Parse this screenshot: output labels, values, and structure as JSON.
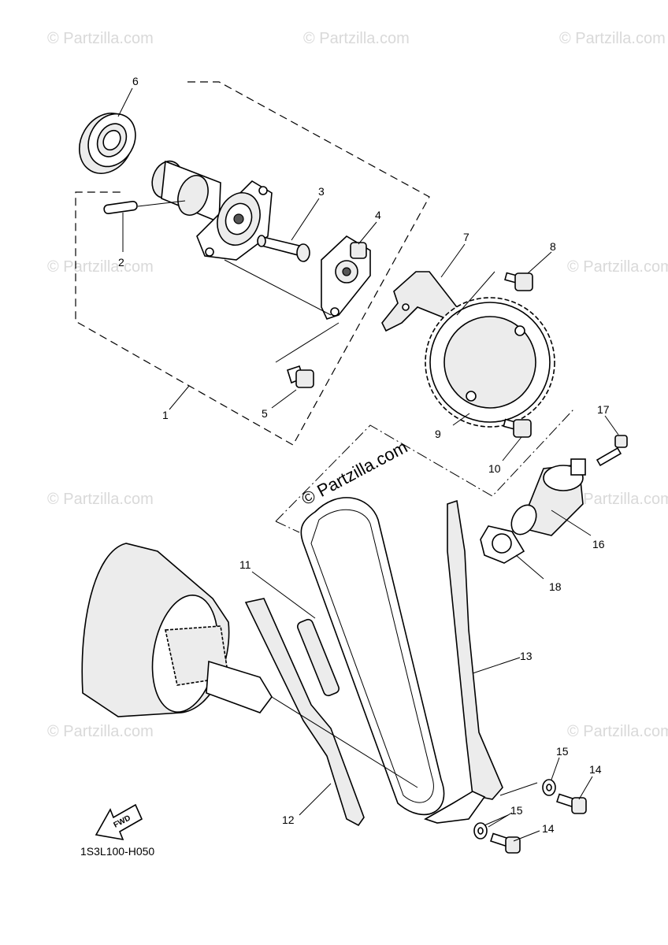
{
  "diagram": {
    "code": "1S3L100-H050",
    "fwd_label": "FWD",
    "watermark_main": "© Partzilla.com",
    "watermark": "© Partzilla.com",
    "callouts": [
      "1",
      "2",
      "3",
      "4",
      "5",
      "6",
      "7",
      "8",
      "9",
      "10",
      "11",
      "12",
      "13",
      "14",
      "14",
      "15",
      "15",
      "16",
      "17",
      "18"
    ]
  }
}
